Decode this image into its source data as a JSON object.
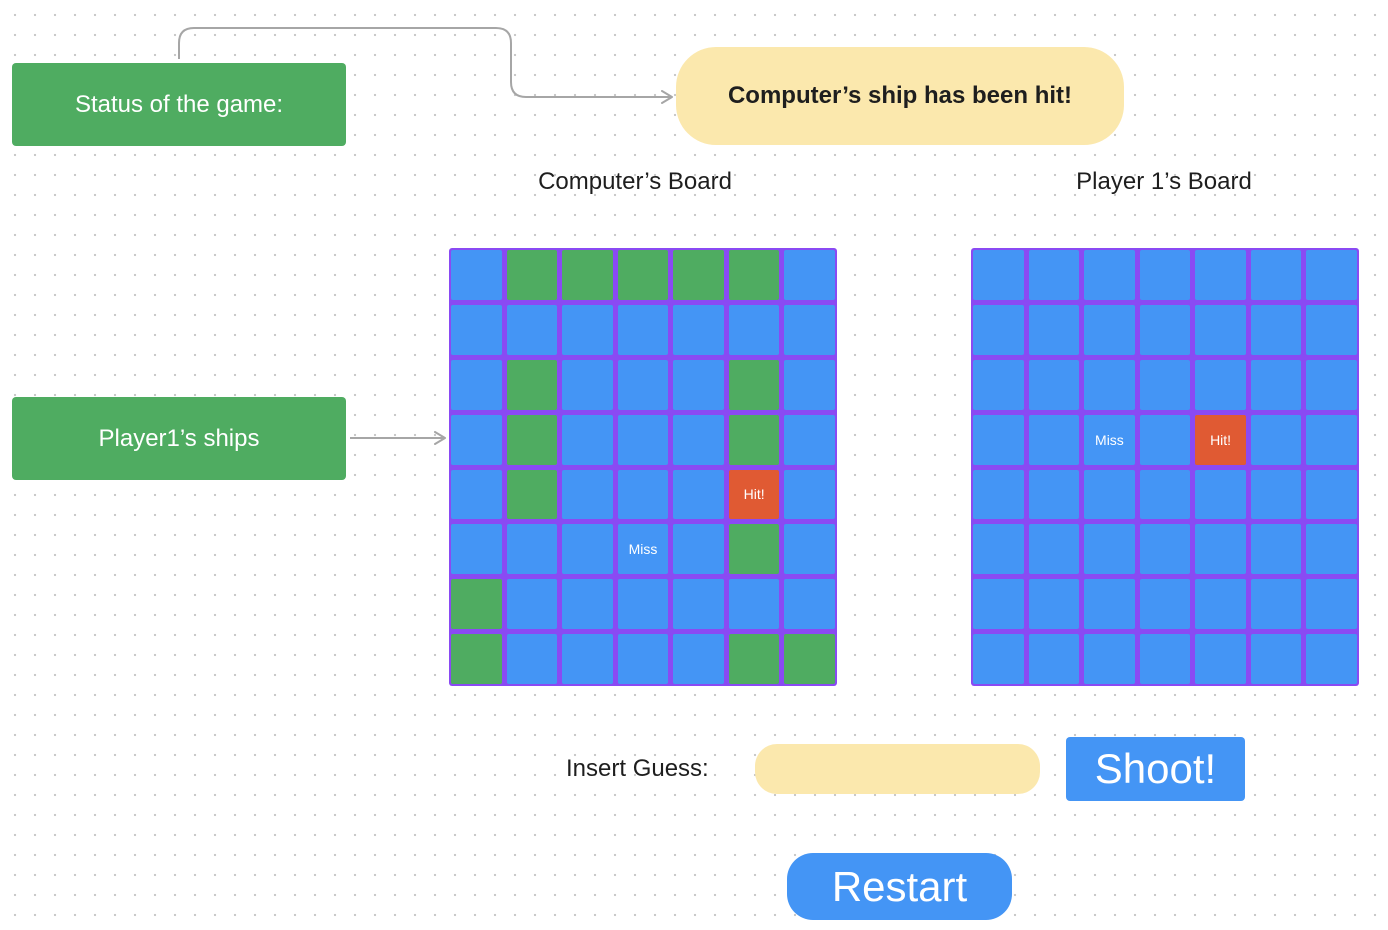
{
  "annotations": {
    "status_label": "Status of the game:",
    "ships_label": "Player1’s ships"
  },
  "status_message": "Computer’s ship has been hit!",
  "boards": {
    "computer": {
      "title": "Computer’s Board",
      "rows": [
        [
          {
            "state": "water"
          },
          {
            "state": "ship"
          },
          {
            "state": "ship"
          },
          {
            "state": "ship"
          },
          {
            "state": "ship"
          },
          {
            "state": "ship"
          },
          {
            "state": "water"
          }
        ],
        [
          {
            "state": "water"
          },
          {
            "state": "water"
          },
          {
            "state": "water"
          },
          {
            "state": "water"
          },
          {
            "state": "water"
          },
          {
            "state": "water"
          },
          {
            "state": "water"
          }
        ],
        [
          {
            "state": "water"
          },
          {
            "state": "ship"
          },
          {
            "state": "water"
          },
          {
            "state": "water"
          },
          {
            "state": "water"
          },
          {
            "state": "ship"
          },
          {
            "state": "water"
          }
        ],
        [
          {
            "state": "water"
          },
          {
            "state": "ship"
          },
          {
            "state": "water"
          },
          {
            "state": "water"
          },
          {
            "state": "water"
          },
          {
            "state": "ship"
          },
          {
            "state": "water"
          }
        ],
        [
          {
            "state": "water"
          },
          {
            "state": "ship"
          },
          {
            "state": "water"
          },
          {
            "state": "water"
          },
          {
            "state": "water"
          },
          {
            "state": "hit",
            "label": "Hit!"
          },
          {
            "state": "water"
          }
        ],
        [
          {
            "state": "water"
          },
          {
            "state": "water"
          },
          {
            "state": "water"
          },
          {
            "state": "miss",
            "label": "Miss"
          },
          {
            "state": "water"
          },
          {
            "state": "ship"
          },
          {
            "state": "water"
          }
        ],
        [
          {
            "state": "ship"
          },
          {
            "state": "water"
          },
          {
            "state": "water"
          },
          {
            "state": "water"
          },
          {
            "state": "water"
          },
          {
            "state": "water"
          },
          {
            "state": "water"
          }
        ],
        [
          {
            "state": "ship"
          },
          {
            "state": "water"
          },
          {
            "state": "water"
          },
          {
            "state": "water"
          },
          {
            "state": "water"
          },
          {
            "state": "ship"
          },
          {
            "state": "ship"
          }
        ]
      ]
    },
    "player": {
      "title": "Player 1’s Board",
      "rows": [
        [
          {
            "state": "water"
          },
          {
            "state": "water"
          },
          {
            "state": "water"
          },
          {
            "state": "water"
          },
          {
            "state": "water"
          },
          {
            "state": "water"
          },
          {
            "state": "water"
          }
        ],
        [
          {
            "state": "water"
          },
          {
            "state": "water"
          },
          {
            "state": "water"
          },
          {
            "state": "water"
          },
          {
            "state": "water"
          },
          {
            "state": "water"
          },
          {
            "state": "water"
          }
        ],
        [
          {
            "state": "water"
          },
          {
            "state": "water"
          },
          {
            "state": "water"
          },
          {
            "state": "water"
          },
          {
            "state": "water"
          },
          {
            "state": "water"
          },
          {
            "state": "water"
          }
        ],
        [
          {
            "state": "water"
          },
          {
            "state": "water"
          },
          {
            "state": "miss",
            "label": "Miss"
          },
          {
            "state": "water"
          },
          {
            "state": "hit",
            "label": "Hit!"
          },
          {
            "state": "water"
          },
          {
            "state": "water"
          }
        ],
        [
          {
            "state": "water"
          },
          {
            "state": "water"
          },
          {
            "state": "water"
          },
          {
            "state": "water"
          },
          {
            "state": "water"
          },
          {
            "state": "water"
          },
          {
            "state": "water"
          }
        ],
        [
          {
            "state": "water"
          },
          {
            "state": "water"
          },
          {
            "state": "water"
          },
          {
            "state": "water"
          },
          {
            "state": "water"
          },
          {
            "state": "water"
          },
          {
            "state": "water"
          }
        ],
        [
          {
            "state": "water"
          },
          {
            "state": "water"
          },
          {
            "state": "water"
          },
          {
            "state": "water"
          },
          {
            "state": "water"
          },
          {
            "state": "water"
          },
          {
            "state": "water"
          }
        ],
        [
          {
            "state": "water"
          },
          {
            "state": "water"
          },
          {
            "state": "water"
          },
          {
            "state": "water"
          },
          {
            "state": "water"
          },
          {
            "state": "water"
          },
          {
            "state": "water"
          }
        ]
      ]
    }
  },
  "controls": {
    "guess_label": "Insert Guess:",
    "guess_value": "",
    "guess_placeholder": "",
    "shoot_label": "Shoot!",
    "restart_label": "Restart"
  },
  "colors": {
    "water": "#4495f5",
    "ship": "#4fac61",
    "hit": "#e05a33",
    "grid_lines": "#8a4af3",
    "status_bubble": "#fbe8ad",
    "annotation_box": "#4fac61",
    "connector": "#a6a6a6"
  }
}
